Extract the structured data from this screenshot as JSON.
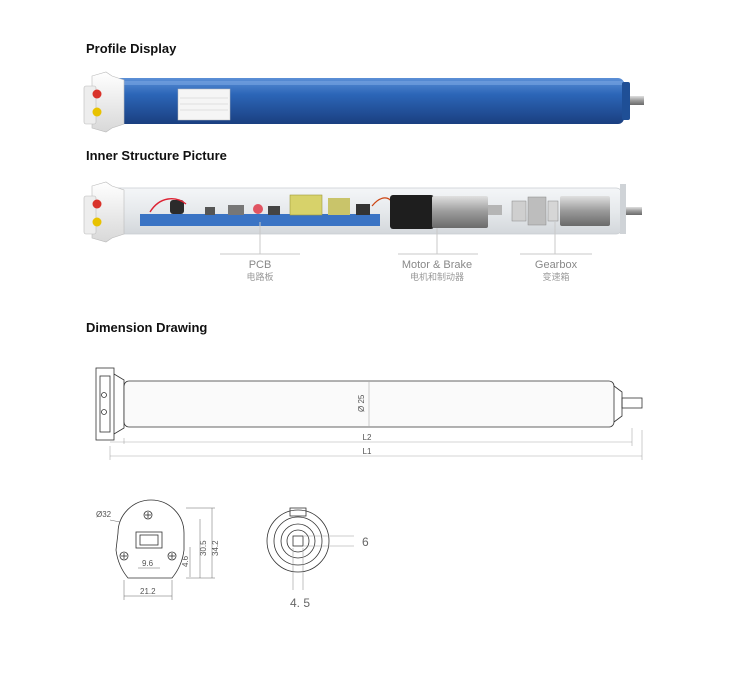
{
  "headings": {
    "profile": "Profile Display",
    "inner": "Inner Structure Picture",
    "dimension": "Dimension Drawing"
  },
  "callouts": [
    {
      "en": "PCB",
      "zh": "电路板"
    },
    {
      "en": "Motor & Brake",
      "zh": "电机和制动器"
    },
    {
      "en": "Gearbox",
      "zh": "变速箱"
    }
  ],
  "dimension_labels": {
    "diameter": "Ø 25",
    "l2": "L2",
    "l1": "L1",
    "head_diameter": "Ø32",
    "d_9_6": "9.6",
    "d_4_6": "4.6",
    "d_30_5": "30.5",
    "d_34_2": "34.2",
    "d_21_2": "21.2",
    "d_6": "6",
    "d_4_5": "4. 5"
  },
  "colors": {
    "tube_blue": "#2c66b8",
    "accent_red": "#d9322a",
    "accent_yellow": "#e8c200",
    "pcb_blue": "#3a73c4"
  }
}
